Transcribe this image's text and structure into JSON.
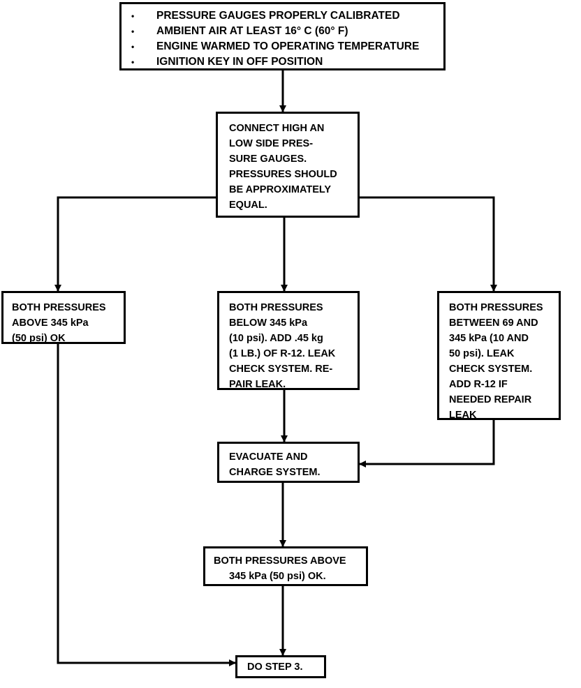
{
  "checklist": [
    "PRESSURE GAUGES PROPERLY CALIBRATED",
    "AMBIENT AIR AT LEAST 16° C (60° F)",
    "ENGINE WARMED TO OPERATING TEMPERATURE",
    "IGNITION KEY IN OFF POSITION"
  ],
  "bullet_glyph": "•",
  "connect_box": [
    "CONNECT HIGH AN",
    "LOW SIDE PRES-",
    "SURE GAUGES.",
    "PRESSURES SHOULD",
    "BE APPROXIMATELY",
    "EQUAL."
  ],
  "left_box": [
    "BOTH PRESSURES",
    "ABOVE 345 kPa",
    "(50 psi) OK"
  ],
  "middle_box": [
    "BOTH PRESSURES",
    "BELOW 345 kPa",
    "(10 psi). ADD .45 kg",
    "(1 LB.) OF R-12. LEAK",
    "CHECK SYSTEM. RE-",
    "PAIR LEAK."
  ],
  "right_box": [
    "BOTH PRESSURES",
    "BETWEEN 69 AND",
    "345 kPa (10 AND",
    "50 psi). LEAK",
    "CHECK SYSTEM.",
    "ADD R-12 IF",
    "NEEDED REPAIR",
    "LEAK"
  ],
  "evacuate_box": [
    "EVACUATE AND",
    "CHARGE SYSTEM."
  ],
  "above_box": [
    "BOTH PRESSURES ABOVE",
    "345 kPa (50 psi) OK."
  ],
  "final_box": [
    "DO STEP 3."
  ]
}
